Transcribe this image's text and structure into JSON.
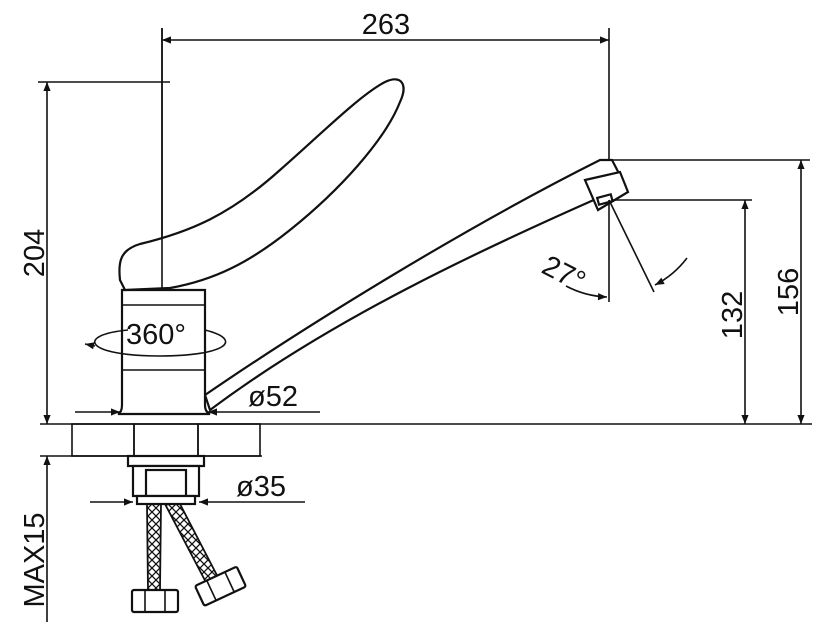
{
  "dimensions": {
    "width": "263",
    "height_total": "204",
    "spout_height": "156",
    "outlet_height": "132",
    "rotation": "360°",
    "spout_angle": "27°",
    "base_diameter": "ø52",
    "shank_diameter": "ø35",
    "max_counter_thickness": "MAX15"
  },
  "colors": {
    "line": "#111111",
    "background": "#ffffff"
  }
}
